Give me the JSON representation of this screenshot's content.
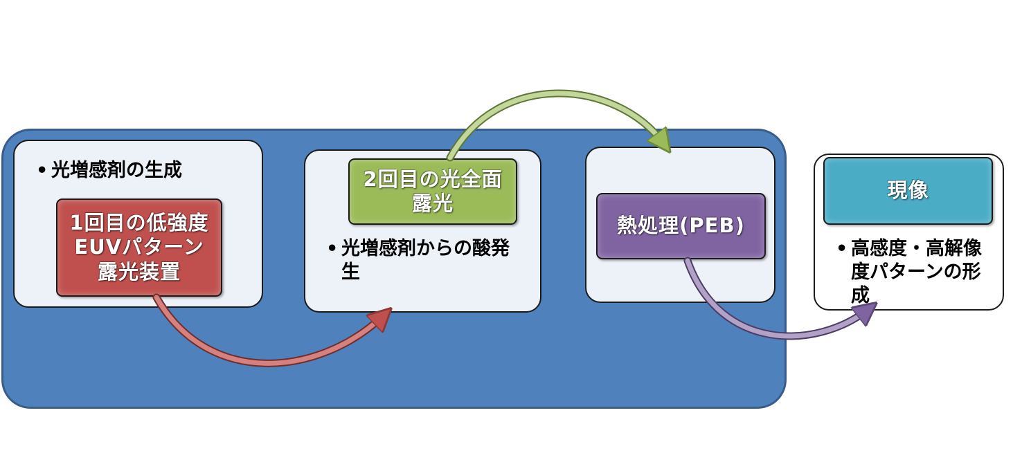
{
  "steps": [
    {
      "bullet": "光増感剤の生成",
      "label": "1回目の低強度EUVパターン露光装置",
      "label_color": "#c0504d"
    },
    {
      "bullet": "光増感剤からの酸発生",
      "label": "2回目の光全面露光",
      "label_color": "#9bbb59"
    },
    {
      "label": "熱処理(PEB)",
      "label_color": "#8064a2"
    },
    {
      "bullet": "高感度・高解像度パターンの形成",
      "label": "現像",
      "label_color": "#4bacc6"
    }
  ],
  "bullet_mark": "•",
  "colors": {
    "container_fill": "#4f81bd",
    "container_border": "#385d8a",
    "box_fill": "#edf1f8",
    "arrow_red": "#c0504d",
    "arrow_green": "#9bbb59",
    "arrow_purple": "#8064a2"
  }
}
